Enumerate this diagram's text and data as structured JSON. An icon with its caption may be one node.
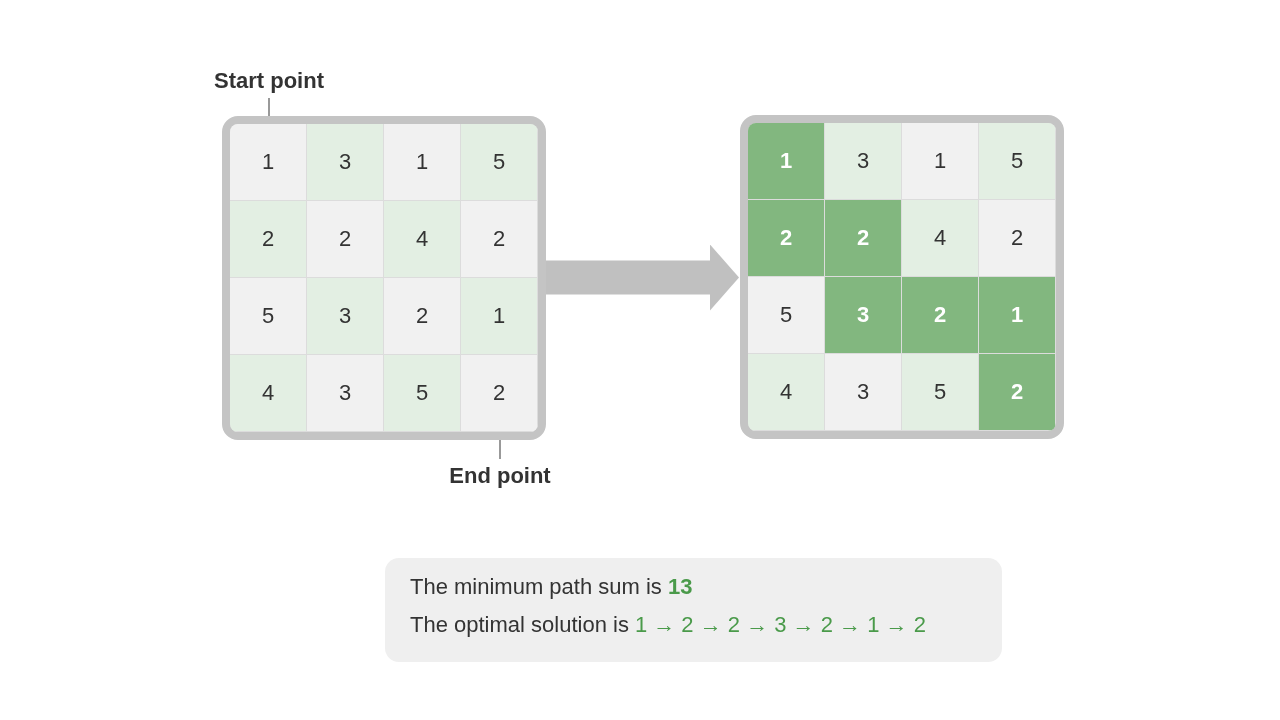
{
  "diagram": {
    "nodes": [
      {
        "text": [
          "Start point"
        ]
      },
      {
        "text": [],
        "shape": "box"
      },
      {
        "text": [
          "1"
        ],
        "in": 1
      },
      {
        "text": [
          "3"
        ],
        "in": 1
      },
      {
        "text": [
          "1"
        ],
        "in": 1
      },
      {
        "text": [
          "5"
        ],
        "in": 1
      },
      {
        "text": [
          "2"
        ],
        "in": 1
      },
      {
        "text": [
          "2"
        ],
        "in": 1
      },
      {
        "text": [
          "4"
        ],
        "in": 1
      },
      {
        "text": [
          "2"
        ],
        "in": 1
      },
      {
        "text": [
          "5"
        ],
        "in": 1
      },
      {
        "text": [
          "3"
        ],
        "in": 1
      },
      {
        "text": [
          "2"
        ],
        "in": 1
      },
      {
        "text": [
          "1"
        ],
        "in": 1
      },
      {
        "text": [
          "4"
        ],
        "in": 1
      },
      {
        "text": [
          "3"
        ],
        "in": 1
      },
      {
        "text": [
          "5"
        ],
        "in": 1
      },
      {
        "text": [
          "2"
        ],
        "in": 1
      },
      {
        "text": [
          "End point"
        ]
      },
      {
        "text": [],
        "shape": "box"
      },
      {
        "text": [
          "1"
        ],
        "in": 19
      },
      {
        "text": [
          "3"
        ],
        "in": 19
      },
      {
        "text": [
          "1"
        ],
        "in": 19
      },
      {
        "text": [
          "5"
        ],
        "in": 19
      },
      {
        "text": [
          "2"
        ],
        "in": 19
      },
      {
        "text": [
          "2"
        ],
        "in": 19
      },
      {
        "text": [
          "4"
        ],
        "in": 19
      },
      {
        "text": [
          "2"
        ],
        "in": 19
      },
      {
        "text": [
          "5"
        ],
        "in": 19
      },
      {
        "text": [
          "3"
        ],
        "in": 19
      },
      {
        "text": [
          "2"
        ],
        "in": 19
      },
      {
        "text": [
          "1"
        ],
        "in": 19
      },
      {
        "text": [
          "4"
        ],
        "in": 19
      },
      {
        "text": [
          "3"
        ],
        "in": 19
      },
      {
        "text": [
          "5"
        ],
        "in": 19
      },
      {
        "text": [
          "2"
        ],
        "in": 19
      },
      {
        "text": [
          "The minimum path sum is **13**",
          "The optimal solution is",
          "1 → 2 → 2 → 3 → 2 → 1 → 2"
        ]
      }
    ],
    "edges": [
      {
        "from": 0,
        "to": 2,
        "arrow": "none"
      },
      {
        "from": 18,
        "to": 17,
        "arrow": "none"
      },
      {
        "from": 1,
        "to": 19,
        "arrow": "to",
        "style": "thick",
        "color": "#c0c0c0"
      }
    ]
  }
}
